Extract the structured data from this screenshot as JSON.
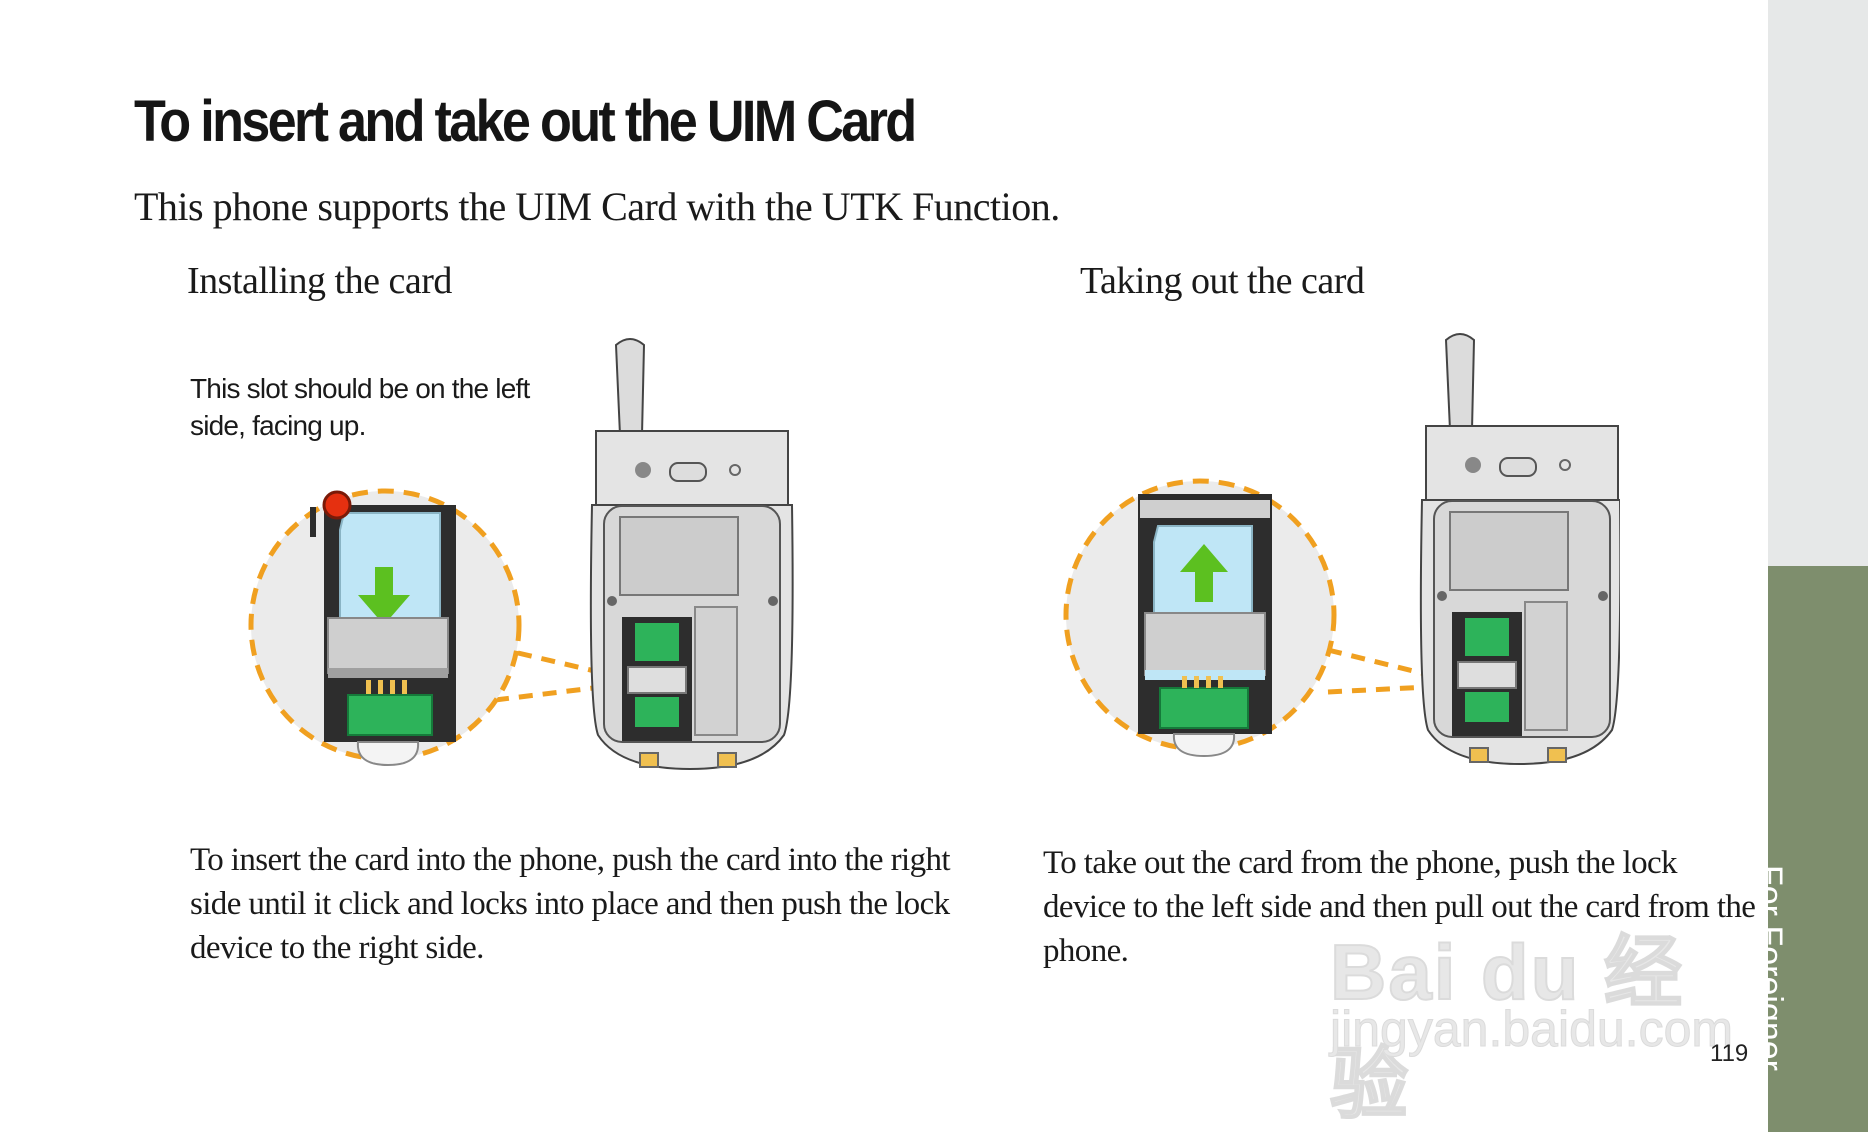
{
  "title": "To insert and take out the UIM Card",
  "intro": "This phone supports the UIM Card with the UTK Function.",
  "installing": {
    "heading": "Installing the card",
    "callout": "This slot should be on the left side, facing up.",
    "description": "To insert the card into the phone, push the card into the right side until it click and locks into place and then push the lock device to the right side."
  },
  "removing": {
    "heading": "Taking out the card",
    "description": "To take out the card from the phone, push the lock device to the left side and then pull out the card from the phone."
  },
  "sidebar": {
    "label": "For Foreigner"
  },
  "page_number": "119",
  "watermark": {
    "logo": "Bai du 经验",
    "url": "jingyan.baidu.com"
  },
  "colors": {
    "sidebar_tab": "#7e8e6d",
    "sidebar_top": "#e6e8e8",
    "dashed_circle": "#f0a020",
    "arrow_green": "#5cc020",
    "card_blue": "#bfe6f6",
    "chip_green": "#2db35a",
    "marker_red": "#e53010"
  },
  "icons": {
    "insert_arrow": "arrow-down-icon",
    "remove_arrow": "arrow-up-icon",
    "slot_marker": "red-dot-icon"
  }
}
